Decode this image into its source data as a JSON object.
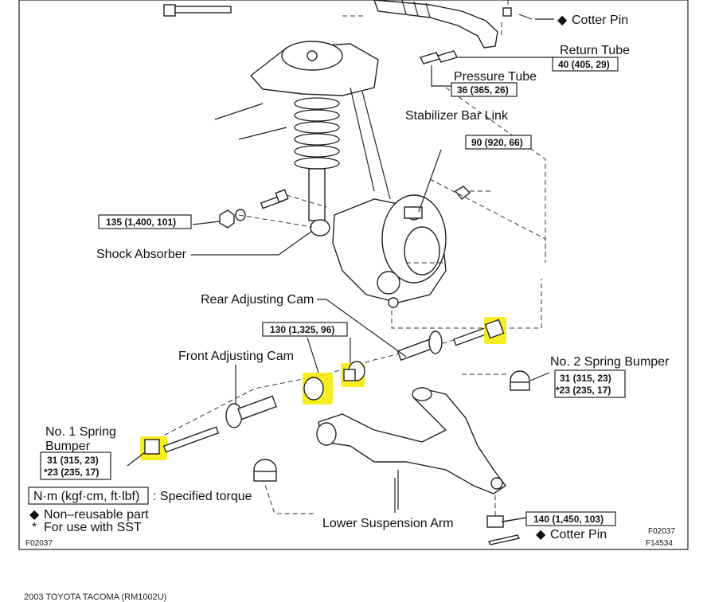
{
  "labels": {
    "cotter_pin_top": "Cotter Pin",
    "return_tube": "Return Tube",
    "pressure_tube": "Pressure Tube",
    "stabilizer_bar_link": "Stabilizer Bar Link",
    "shock_absorber": "Shock Absorber",
    "rear_adjusting_cam": "Rear Adjusting Cam",
    "front_adjusting_cam": "Front Adjusting Cam",
    "no2_spring_bumper": "No. 2 Spring Bumper",
    "no1_spring_bumper_line1": "No. 1 Spring",
    "no1_spring_bumper_line2": "Bumper",
    "lower_suspension_arm": "Lower Suspension Arm",
    "cotter_pin_bottom": "Cotter Pin"
  },
  "torques": {
    "return_tube": "40 (405, 29)",
    "pressure_tube": "36 (365, 26)",
    "stabilizer": "90 (920, 66)",
    "shock": "135 (1,400, 101)",
    "cam": "130 (1,325, 96)",
    "no2_bumper_a": "31 (315, 23)",
    "no2_bumper_b": "*23 (235, 17)",
    "no1_bumper_a": "31 (315, 23)",
    "no1_bumper_b": "*23 (235, 17)",
    "lower_arm": "140 (1,450, 103)"
  },
  "legend": {
    "unit_box": "N·m (kgf·cm, ft·lbf)",
    "unit_desc": ": Specified torque",
    "non_reusable": "Non–reusable part",
    "sst": "For use with SST"
  },
  "symbols": {
    "diamond": "◆",
    "asterisk": "*"
  },
  "codes": {
    "left": "F02037",
    "right_top": "F02037",
    "right_bottom": "F14534"
  },
  "footer": "2003 TOYOTA TACOMA   (RM1002U)",
  "colors": {
    "highlight": "#f5ec0a",
    "line": "#222222"
  }
}
